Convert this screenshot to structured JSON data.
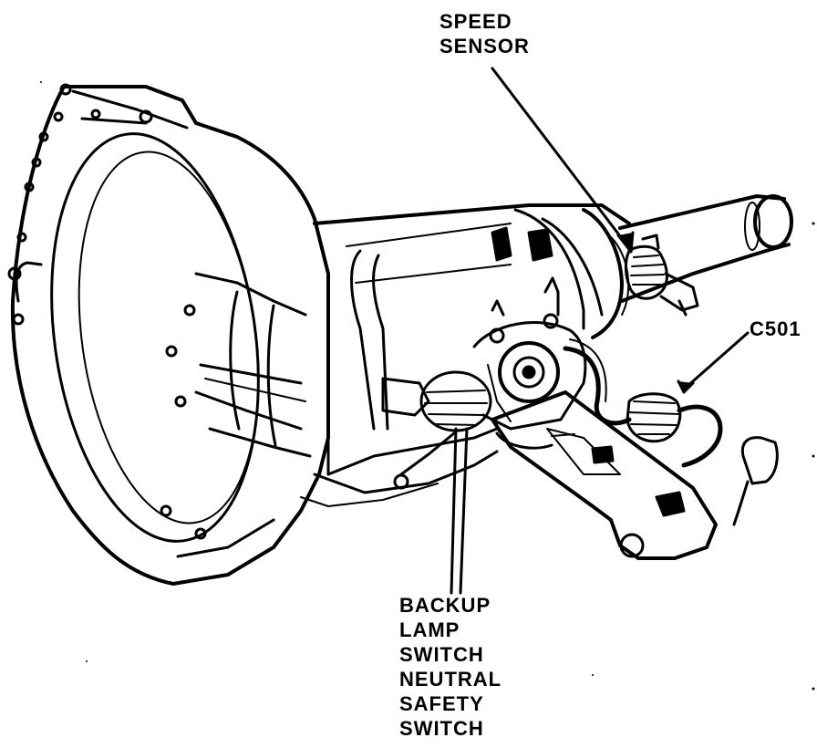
{
  "labels": {
    "speed_sensor": [
      "SPEED",
      "SENSOR"
    ],
    "c501": "C501",
    "backup_switch": [
      "BACKUP",
      "LAMP",
      "SWITCH",
      "NEUTRAL",
      "SAFETY",
      "SWITCH"
    ]
  },
  "colors": {
    "ink": "#000000",
    "paper": "#ffffff"
  }
}
